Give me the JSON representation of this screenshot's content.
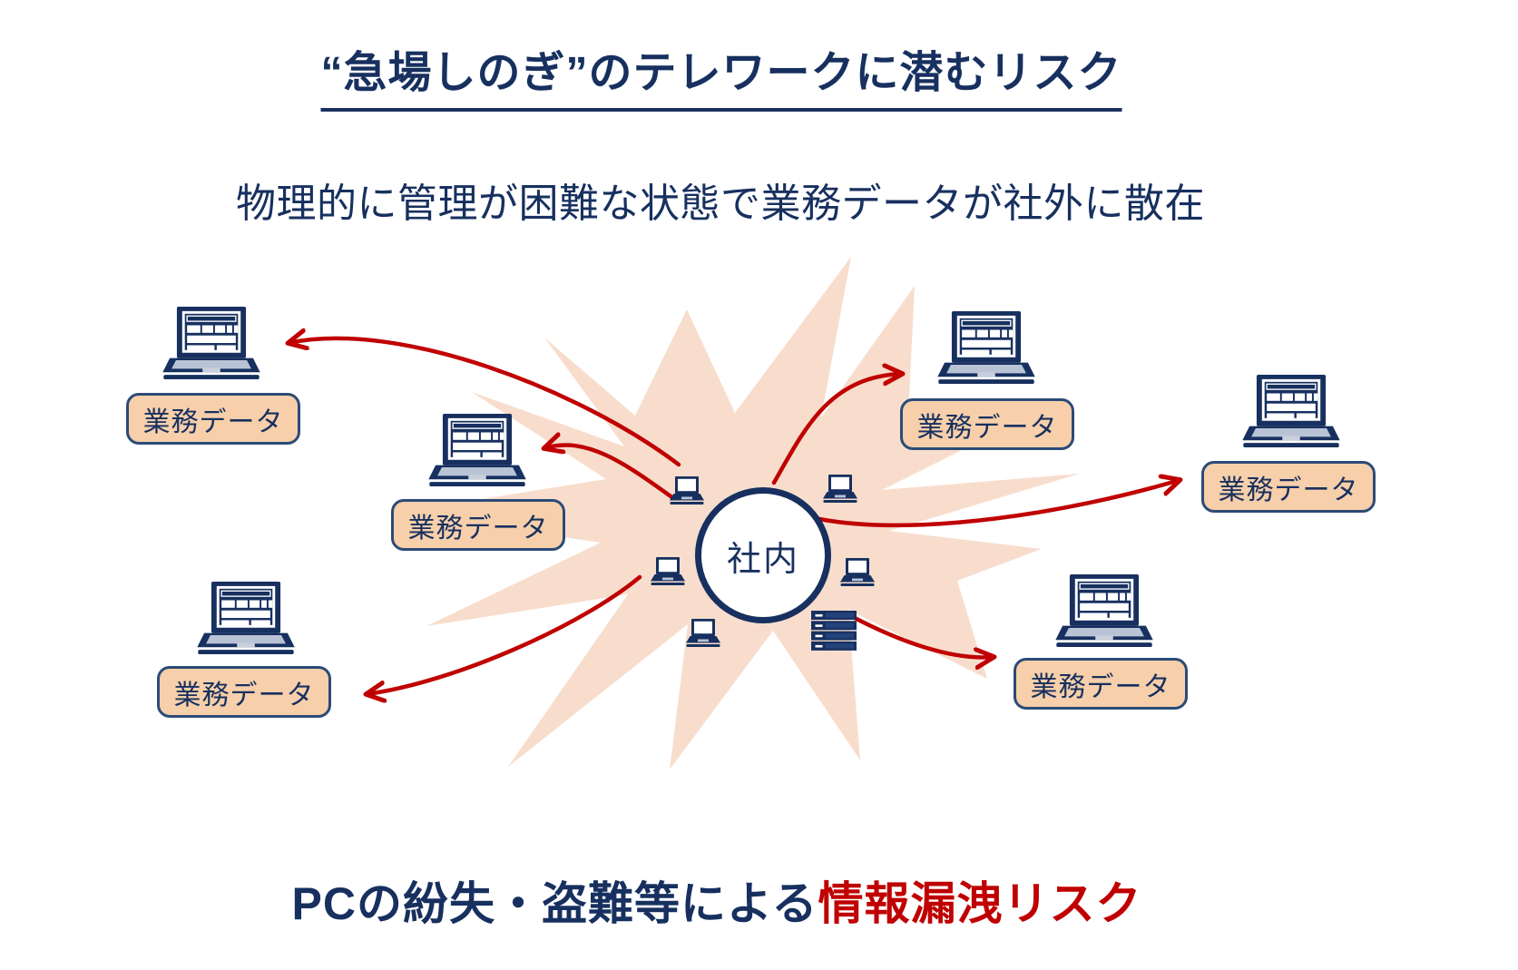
{
  "title": {
    "text": "“急場しのぎ”のテレワークに潜むリスク"
  },
  "subtitle": {
    "text": "物理的に管理が困難な状態で業務データが社外に散在"
  },
  "diagram": {
    "center_label": "社内",
    "data_boxes": [
      {
        "text": "業務データ"
      },
      {
        "text": "業務データ"
      },
      {
        "text": "業務データ"
      },
      {
        "text": "業務データ"
      },
      {
        "text": "業務データ"
      },
      {
        "text": "業務データ"
      }
    ],
    "icons": {
      "external_device": "laptop-icon",
      "internal_device": "laptop-icon",
      "storage": "server-icon"
    }
  },
  "footer": {
    "prefix": "PCの紛失・盗難等による",
    "highlight": "情報漏洩リスク"
  },
  "colors": {
    "navy": "#17305F",
    "red": "#C00000",
    "burst_fill": "#F8DDCD",
    "box_fill": "#F7CFAA",
    "box_border": "#2B4B77",
    "keyboard_gray": "#B9C3D6"
  }
}
